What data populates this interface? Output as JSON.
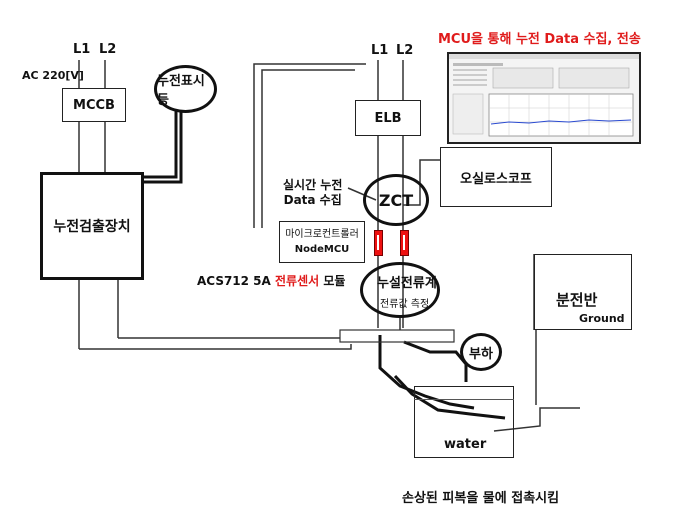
{
  "power_lines": {
    "l1": "L1",
    "l2": "L2",
    "voltage": "AC 220[V]"
  },
  "mccb": {
    "label": "MCCB"
  },
  "indicator": {
    "label": "누전표시등"
  },
  "detector": {
    "label": "누전검출장치"
  },
  "elb": {
    "lines_l1": "L1",
    "lines_l2": "L2",
    "label": "ELB"
  },
  "mcu_caption": {
    "text": "MCU을 통해 누전 Data 수집, 전송"
  },
  "oscilloscope": {
    "label": "오실로스코프"
  },
  "realtime": {
    "line1": "실시간 누전",
    "line2": "Data 수집"
  },
  "zct": {
    "label": "ZCT"
  },
  "mcu": {
    "line1": "마이크로컨트롤러",
    "line2": "NodeMCU"
  },
  "sensor_caption": {
    "prefix": "ACS712 5A ",
    "highlight": "전류센서",
    "suffix": " 모듈"
  },
  "leak_meter": {
    "label": "누설전류계",
    "sub": "전류값 측정"
  },
  "panel": {
    "label": "분전반",
    "ground": "Ground"
  },
  "load": {
    "label": "부하"
  },
  "water": {
    "label": "water"
  },
  "caption": {
    "text": "손상된 피복을 물에 접촉시킴"
  },
  "colors": {
    "accent_red": "#e01b1b",
    "sensor_red": "#e11111",
    "line": "#111111"
  }
}
